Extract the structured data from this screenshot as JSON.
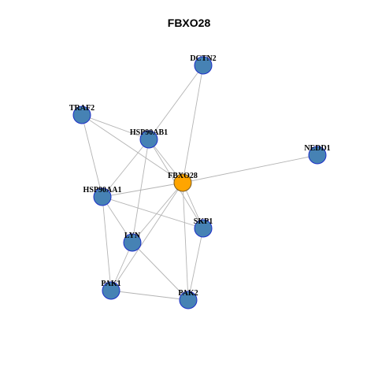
{
  "title": "FBXO28",
  "colors": {
    "node_fill": "#4682B4",
    "node_stroke": "#1C2EC8",
    "center_fill": "#FFA500",
    "center_stroke": "#7A5A20",
    "edge": "#B4B4B4"
  },
  "graph": {
    "nodes": [
      {
        "id": "FBXO28",
        "label": "FBXO28",
        "center": true
      },
      {
        "id": "DCTN2",
        "label": "DCTN2"
      },
      {
        "id": "TRAF2",
        "label": "TRAF2"
      },
      {
        "id": "HSP90AB1",
        "label": "HSP90AB1"
      },
      {
        "id": "NEDD1",
        "label": "NEDD1"
      },
      {
        "id": "HSP90AA1",
        "label": "HSP90AA1"
      },
      {
        "id": "SKP1",
        "label": "SKP1"
      },
      {
        "id": "LYN",
        "label": "LYN"
      },
      {
        "id": "PAK1",
        "label": "PAK1"
      },
      {
        "id": "PAK2",
        "label": "PAK2"
      }
    ],
    "edges": [
      [
        "FBXO28",
        "DCTN2"
      ],
      [
        "FBXO28",
        "NEDD1"
      ],
      [
        "FBXO28",
        "TRAF2"
      ],
      [
        "FBXO28",
        "HSP90AB1"
      ],
      [
        "FBXO28",
        "HSP90AA1"
      ],
      [
        "FBXO28",
        "SKP1"
      ],
      [
        "FBXO28",
        "LYN"
      ],
      [
        "FBXO28",
        "PAK1"
      ],
      [
        "FBXO28",
        "PAK2"
      ],
      [
        "DCTN2",
        "HSP90AB1"
      ],
      [
        "TRAF2",
        "HSP90AB1"
      ],
      [
        "TRAF2",
        "HSP90AA1"
      ],
      [
        "HSP90AB1",
        "HSP90AA1"
      ],
      [
        "HSP90AB1",
        "LYN"
      ],
      [
        "HSP90AB1",
        "SKP1"
      ],
      [
        "HSP90AA1",
        "SKP1"
      ],
      [
        "HSP90AA1",
        "LYN"
      ],
      [
        "HSP90AA1",
        "PAK1"
      ],
      [
        "LYN",
        "PAK1"
      ],
      [
        "LYN",
        "PAK2"
      ],
      [
        "SKP1",
        "PAK2"
      ],
      [
        "PAK1",
        "PAK2"
      ]
    ]
  }
}
